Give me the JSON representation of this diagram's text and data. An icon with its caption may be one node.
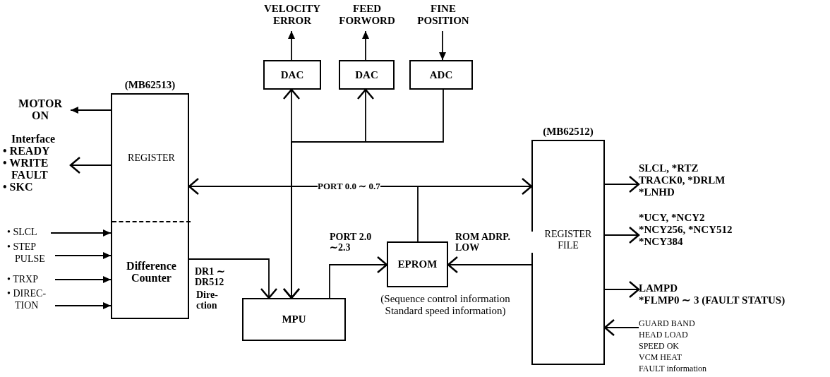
{
  "diagram": {
    "nodes": [
      {
        "text": [
          "(MB62513)"
        ]
      },
      {
        "text": [
          "REGISTER"
        ],
        "in": 0
      },
      {
        "text": [
          "Difference Counter"
        ],
        "in": 0
      },
      {
        "text": [
          "DAC"
        ]
      },
      {
        "text": [
          "DAC"
        ]
      },
      {
        "text": [
          "ADC"
        ]
      },
      {
        "text": [
          "MPU"
        ]
      },
      {
        "text": [
          "EPROM"
        ],
        "beside": [
          "(Sequence control information Standard speed information)"
        ]
      },
      {
        "text": [
          "(MB62512)",
          "REGISTER FILE"
        ]
      },
      {
        "text": [
          "VELOCITY ERROR"
        ]
      },
      {
        "text": [
          "FEED FORWORD"
        ]
      },
      {
        "text": [
          "FINE POSITION"
        ]
      },
      {
        "text": [
          "MOTOR ON"
        ]
      },
      {
        "text": [
          "Interface",
          "• READY",
          "• WRITE FAULT",
          "• SKC"
        ]
      },
      {
        "text": [
          "• SLCL"
        ]
      },
      {
        "text": [
          "• STEP PULSE"
        ]
      },
      {
        "text": [
          "• TRXP"
        ]
      },
      {
        "text": [
          "• DIREC- TION"
        ]
      },
      {
        "text": [
          "SLCL, *RTZ",
          "TRACK0, *DRLM",
          "*LNHD"
        ]
      },
      {
        "text": [
          "*UCY, *NCY2",
          "*NCY256, *NCY512",
          "*NCY384"
        ]
      },
      {
        "text": [
          "LAMPD",
          "*FLMP0 ∼ 3 (FAULT STATUS)"
        ]
      },
      {
        "text": [
          "GUARD BAND",
          "HEAD LOAD",
          "SPEED OK",
          "VCM HEAT",
          "FAULT information"
        ]
      }
    ],
    "edges": [
      {
        "from": 6,
        "to": 1,
        "arrow": "to"
      },
      {
        "from": 6,
        "to": 3,
        "arrow": "to"
      },
      {
        "from": 6,
        "to": 4,
        "arrow": "to"
      },
      {
        "from": 6,
        "to": 8,
        "arrow": "to",
        "label": "PORT 0.0 ∼ 0.7"
      },
      {
        "from": 5,
        "to": 6,
        "arrow": "to"
      },
      {
        "from": 7,
        "to": 6,
        "arrow": "to"
      },
      {
        "from": 6,
        "to": 7,
        "arrow": "to",
        "label": "PORT 2.0 ∼2.3"
      },
      {
        "from": 8,
        "to": 7,
        "arrow": "to",
        "label": "ROM ADRP. LOW"
      },
      {
        "from": 2,
        "to": 6,
        "arrow": "to",
        "label": "DR1 ∼ DR512"
      },
      {
        "from": 3,
        "to": 9,
        "arrow": "to"
      },
      {
        "from": 4,
        "to": 10,
        "arrow": "to"
      },
      {
        "from": 11,
        "to": 5,
        "arrow": "to"
      },
      {
        "from": 1,
        "to": 12,
        "arrow": "to"
      },
      {
        "from": 1,
        "to": 13,
        "arrow": "to"
      },
      {
        "from": 14,
        "to": 2,
        "arrow": "to"
      },
      {
        "from": 15,
        "to": 2,
        "arrow": "to"
      },
      {
        "from": 16,
        "to": 2,
        "arrow": "to"
      },
      {
        "from": 17,
        "to": 2,
        "arrow": "to"
      },
      {
        "from": 8,
        "to": 18,
        "arrow": "to"
      },
      {
        "from": 8,
        "to": 19,
        "arrow": "to"
      },
      {
        "from": 8,
        "to": 20,
        "arrow": "to"
      },
      {
        "from": 21,
        "to": 8,
        "arrow": "to"
      }
    ],
    "labels": [
      "Dire- ction"
    ]
  }
}
